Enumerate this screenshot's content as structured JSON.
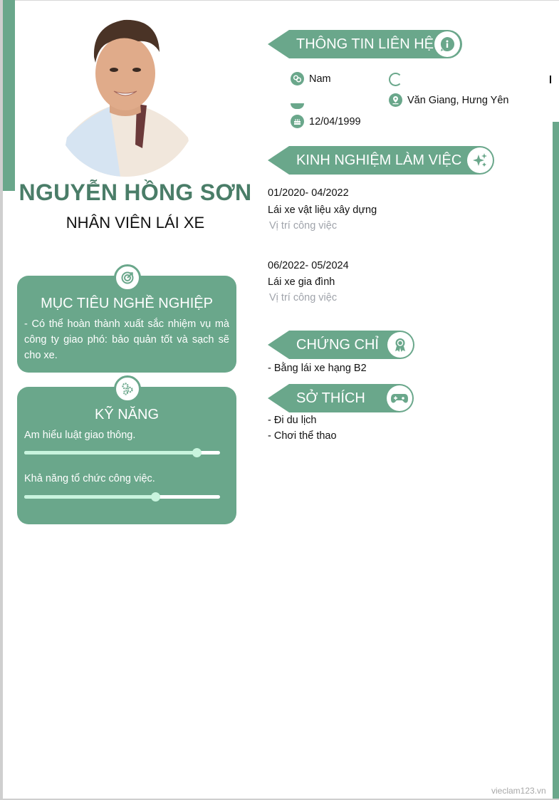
{
  "profile": {
    "name": "NGUYỄN HỒNG SƠN",
    "job_title": "NHÂN VIÊN LÁI XE"
  },
  "colors": {
    "accent": "#6aa78b",
    "name_color": "#4a7d68",
    "slider_fill": "#c8f4de",
    "muted_text": "#a0a4ab"
  },
  "career_goal": {
    "title": "MỤC TIÊU NGHỀ NGHIỆP",
    "icon": "target-icon",
    "text": "- Có thể hoàn thành xuất sắc nhiệm vụ mà công ty giao phó: bảo quản tốt và sạch sẽ cho xe."
  },
  "skills": {
    "title": "KỸ NĂNG",
    "icon": "gears-icon",
    "items": [
      {
        "label": "Am hiểu luật giao thông.",
        "level_percent": 88
      },
      {
        "label": "Khả năng tổ chức công việc.",
        "level_percent": 67
      }
    ]
  },
  "contact": {
    "title": "THÔNG TIN LIÊN HỆ",
    "icon": "info-chat-icon",
    "gender": "Nam",
    "birthday": "12/04/1999",
    "address": "Văn Giang, Hưng Yên",
    "phone": "",
    "email": ""
  },
  "experience": {
    "title": "KINH NGHIỆM LÀM VIỆC",
    "icon": "sparkles-icon",
    "items": [
      {
        "period": "01/2020- 04/2022",
        "company": "Lái xe vật liệu xây dựng",
        "position": "Vị trí công việc"
      },
      {
        "period": "06/2022- 05/2024",
        "company": "Lái xe gia đình",
        "position": "Vị trí công việc"
      }
    ]
  },
  "certificates": {
    "title": "CHỨNG CHỈ",
    "icon": "award-icon",
    "items": [
      "- Bằng lái xe hạng B2"
    ]
  },
  "hobbies": {
    "title": "SỞ THÍCH",
    "icon": "gamepad-icon",
    "items": [
      "- Đi du lịch",
      "- Chơi thể thao"
    ]
  },
  "footer": {
    "watermark": "vieclam123.vn"
  }
}
